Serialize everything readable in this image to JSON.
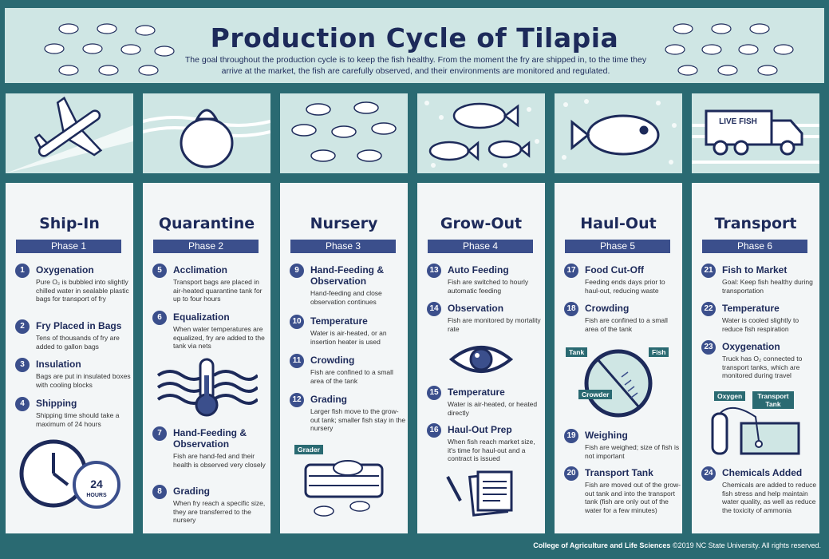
{
  "header": {
    "title": "Production Cycle of Tilapia",
    "subtitle": "The goal throughout the production cycle is to keep the fish healthy. From the moment the fry are shipped in, to the time they arrive at the market, the fish are carefully observed, and their environments are monitored and regulated."
  },
  "colors": {
    "dark": "#1d2a5a",
    "accent": "#3b4f8c",
    "teal": "#2a6a72",
    "light": "#cfe6e4"
  },
  "phases": [
    {
      "name": "Ship-In",
      "phase": "Phase 1",
      "icon": "airplane-icon",
      "steps": [
        {
          "num": "1",
          "title": "Oxygenation",
          "desc": "Pure O₂ is bubbled into slightly chilled water in sealable plastic bags for transport of fry"
        },
        {
          "num": "2",
          "title": "Fry Placed in Bags",
          "desc": "Tens of thousands of fry are added to gallon bags"
        },
        {
          "num": "3",
          "title": "Insulation",
          "desc": "Bags are put in insulated boxes with cooling blocks"
        },
        {
          "num": "4",
          "title": "Shipping",
          "desc": "Shipping time should take a maximum of 24 hours"
        }
      ],
      "clock_label": "24",
      "clock_sub": "HOURS"
    },
    {
      "name": "Quarantine",
      "phase": "Phase 2",
      "icon": "bag-icon",
      "steps": [
        {
          "num": "5",
          "title": "Acclimation",
          "desc": "Transport bags are placed in air-heated quarantine tank for up to four hours"
        },
        {
          "num": "6",
          "title": "Equalization",
          "desc": "When water temperatures are equalized, fry are added to the tank via nets"
        },
        {
          "num": "7",
          "title": "Hand-Feeding & Observation",
          "desc": "Fish are hand-fed and their health is observed very closely"
        },
        {
          "num": "8",
          "title": "Grading",
          "desc": "When fry reach a specific size, they are transferred to the nursery"
        }
      ]
    },
    {
      "name": "Nursery",
      "phase": "Phase 3",
      "icon": "fish-school-icon",
      "steps": [
        {
          "num": "9",
          "title": "Hand-Feeding & Observation",
          "desc": "Hand-feeding and close observation continues"
        },
        {
          "num": "10",
          "title": "Temperature",
          "desc": "Water is air-heated, or an insertion heater is used"
        },
        {
          "num": "11",
          "title": "Crowding",
          "desc": "Fish are confined to a small area of the tank"
        },
        {
          "num": "12",
          "title": "Grading",
          "desc": "Larger fish move to the grow-out tank; smaller fish stay in the nursery"
        }
      ],
      "grader_label": "Grader"
    },
    {
      "name": "Grow-Out",
      "phase": "Phase 4",
      "icon": "fish-icon",
      "steps": [
        {
          "num": "13",
          "title": "Auto Feeding",
          "desc": "Fish are switched to hourly automatic feeding"
        },
        {
          "num": "14",
          "title": "Observation",
          "desc": "Fish are monitored by mortality rate"
        },
        {
          "num": "15",
          "title": "Temperature",
          "desc": "Water is air-heated, or heated directly"
        },
        {
          "num": "16",
          "title": "Haul-Out Prep",
          "desc": "When fish reach market size, it's time for haul-out and a contract is issued"
        }
      ]
    },
    {
      "name": "Haul-Out",
      "phase": "Phase 5",
      "icon": "big-fish-icon",
      "steps": [
        {
          "num": "17",
          "title": "Food Cut-Off",
          "desc": "Feeding ends days prior to haul-out, reducing waste"
        },
        {
          "num": "18",
          "title": "Crowding",
          "desc": "Fish are confined to a small area of the tank"
        },
        {
          "num": "19",
          "title": "Weighing",
          "desc": "Fish are weighed; size of fish is not important"
        },
        {
          "num": "20",
          "title": "Transport Tank",
          "desc": "Fish are moved out of the grow-out tank and into the transport tank (fish are only out of the water for a few minutes)"
        }
      ],
      "tank_labels": {
        "tank": "Tank",
        "fish": "Fish",
        "crowder": "Crowder"
      }
    },
    {
      "name": "Transport",
      "phase": "Phase 6",
      "icon": "truck-icon",
      "truck_label": "LIVE FISH",
      "steps": [
        {
          "num": "21",
          "title": "Fish to Market",
          "desc": "Goal: Keep fish healthy during transportation"
        },
        {
          "num": "22",
          "title": "Temperature",
          "desc": "Water is cooled slightly to reduce fish respiration"
        },
        {
          "num": "23",
          "title": "Oxygenation",
          "desc": "Truck has O₂ connected to transport tanks, which are monitored during travel"
        },
        {
          "num": "24",
          "title": "Chemicals Added",
          "desc": "Chemicals are added to reduce fish stress and help maintain water quality, as well as reduce the toxicity of ammonia"
        }
      ],
      "oxygen_labels": {
        "oxygen": "Oxygen",
        "tank": "Transport Tank"
      }
    }
  ],
  "footer": {
    "college": "College of Agriculture and Life Sciences",
    "copyright": "©2019 NC State University.  All rights reserved."
  }
}
